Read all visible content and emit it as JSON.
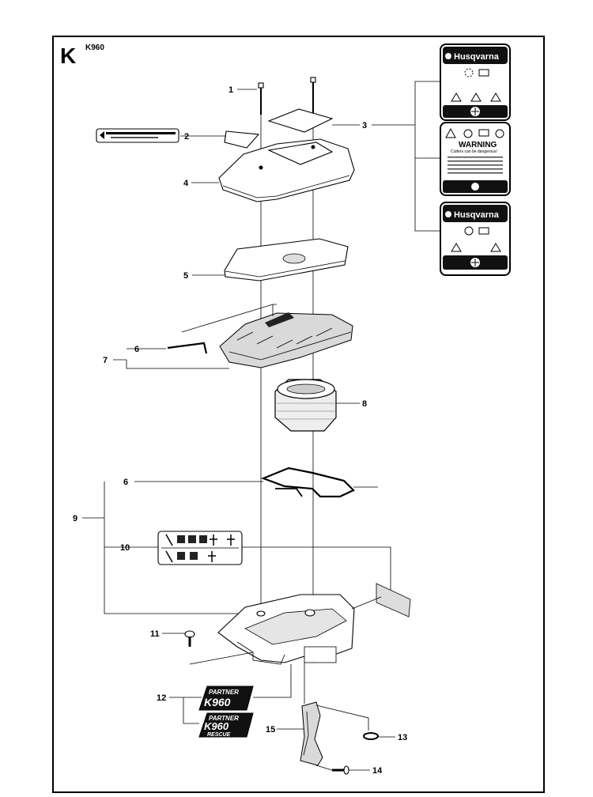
{
  "section": {
    "letter": "K",
    "model": "K960"
  },
  "callouts": [
    {
      "id": "c1",
      "text": "1"
    },
    {
      "id": "c2",
      "text": "2"
    },
    {
      "id": "c3",
      "text": "3"
    },
    {
      "id": "c4",
      "text": "4"
    },
    {
      "id": "c5",
      "text": "5"
    },
    {
      "id": "c6a",
      "text": "6"
    },
    {
      "id": "c7",
      "text": "7"
    },
    {
      "id": "c8",
      "text": "8"
    },
    {
      "id": "c6b",
      "text": "6"
    },
    {
      "id": "c9",
      "text": "9"
    },
    {
      "id": "c10",
      "text": "10"
    },
    {
      "id": "c11",
      "text": "11"
    },
    {
      "id": "c12",
      "text": "12"
    },
    {
      "id": "c13",
      "text": "13"
    },
    {
      "id": "c14",
      "text": "14"
    },
    {
      "id": "c15",
      "text": "15"
    }
  ],
  "labels": {
    "brand_top": "Husqvarna",
    "warning_title": "WARNING",
    "warning_sub": "Cutters can be dangerous!",
    "brand_bottom": "Husqvarna",
    "decal_partner_1": "PARTNER",
    "decal_model_1": "K960",
    "decal_partner_2": "PARTNER",
    "decal_model_2": "K960",
    "decal_rescue": "RESCUE"
  }
}
